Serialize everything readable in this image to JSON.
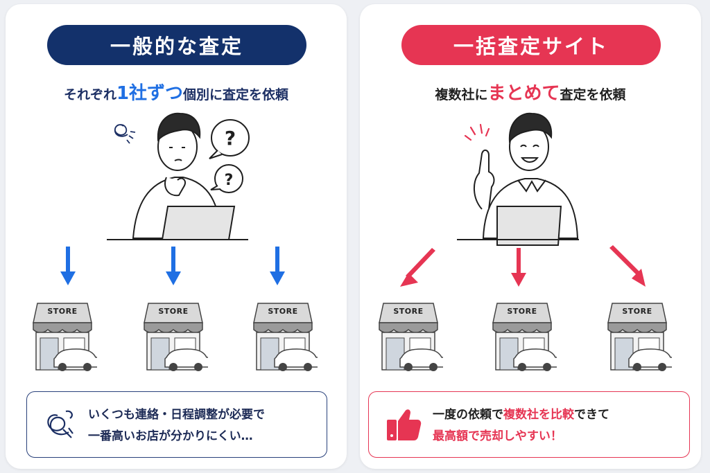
{
  "colors": {
    "navy": "#13316b",
    "blue_accent": "#1f6fe3",
    "red_accent": "#e63553"
  },
  "left": {
    "title": "一般的な査定",
    "subtitle_before": "それぞれ",
    "subtitle_highlight": "1社ずつ",
    "subtitle_after": "個別に査定を依頼",
    "illustration": "confused-man-with-laptop",
    "question_mark": "?",
    "stores": [
      "STORE",
      "STORE",
      "STORE"
    ],
    "arrow_icon": "blue-down-arrow-icon",
    "note_icon": "scribble-confusion-icon",
    "note_line1": "いくつも連絡・日程調整が必要で",
    "note_line2": "一番高いお店が分かりにくい…"
  },
  "right": {
    "title": "一括査定サイト",
    "subtitle_before": "複数社に",
    "subtitle_highlight": "まとめて",
    "subtitle_after": "査定を依頼",
    "illustration": "smiling-man-pointing-up-with-laptop",
    "stores": [
      "STORE",
      "STORE",
      "STORE"
    ],
    "arrow_icon": "red-diagonal-arrow-icon",
    "note_icon": "thumbs-up-icon",
    "note_line1_before": "一度の依頼で",
    "note_line1_highlight": "複数社を比較",
    "note_line1_after": "できて",
    "note_line2": "最高額で売却しやすい！"
  }
}
